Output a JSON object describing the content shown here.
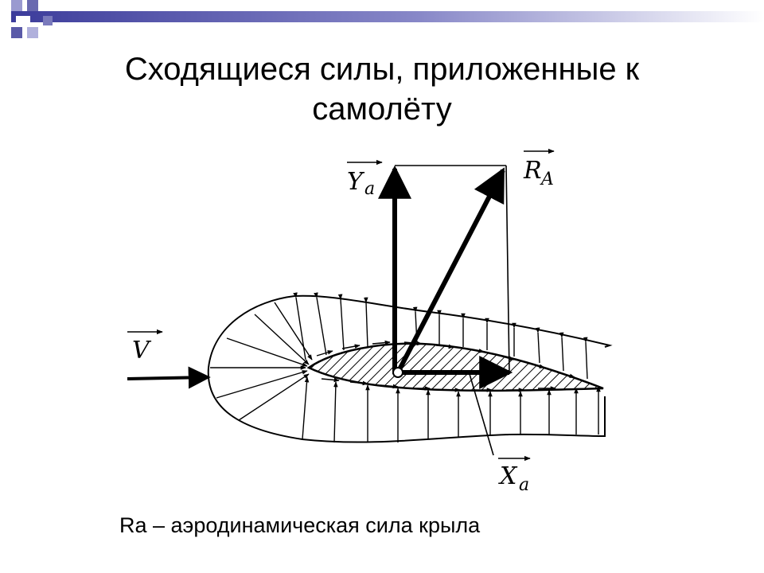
{
  "slide": {
    "title_line1": "Сходящиеся силы, приложенные к",
    "title_line2": "самолёту",
    "caption": "Ra – аэродинамическая сила крыла"
  },
  "diagram": {
    "labels": {
      "v": "V",
      "y": "Y",
      "y_sub": "a",
      "r": "R",
      "r_sub": "A",
      "x": "X",
      "x_sub": "a"
    }
  }
}
